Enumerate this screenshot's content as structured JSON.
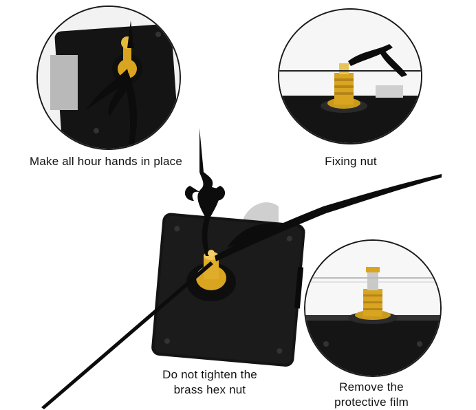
{
  "captions": {
    "top_left": "Make all hour hands in place",
    "top_right": "Fixing nut",
    "bottom_center_line1": "Do not tighten the",
    "bottom_center_line2": "brass hex nut",
    "bottom_right_line1": "Remove the",
    "bottom_right_line2": "protective film"
  },
  "colors": {
    "movement_body": "#141414",
    "brass": "#d9a520",
    "hands": "#0c0c0c",
    "background": "#ffffff",
    "silver": "#c8c8c8"
  }
}
